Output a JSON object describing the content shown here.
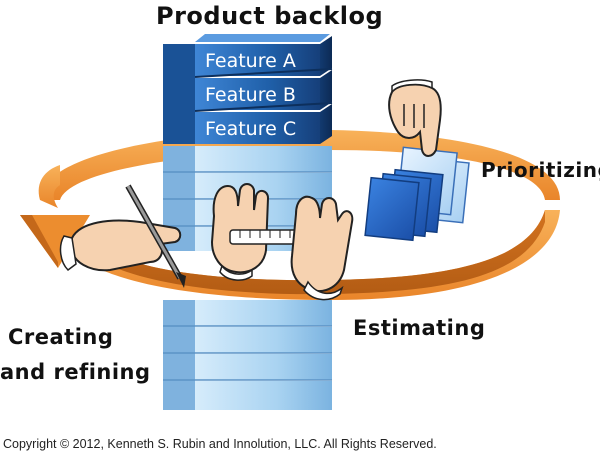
{
  "diagram": {
    "title": "Product backlog",
    "features": [
      "Feature A",
      "Feature B",
      "Feature C"
    ],
    "activities": {
      "prioritizing": "Prioritizing",
      "estimating": "Estimating",
      "creating_line1": "Creating",
      "creating_line2": "and refining"
    },
    "copyright": "Copyright © 2012, Kenneth S. Rubin and Innolution, LLC. All Rights Reserved."
  },
  "colors": {
    "backlog_dark": "#1f5fa8",
    "backlog_light": "#8fc3ea",
    "arrow_orange": "#f39a36",
    "skin": "#f6d2b0",
    "card_blue": "#2c6fd0"
  }
}
